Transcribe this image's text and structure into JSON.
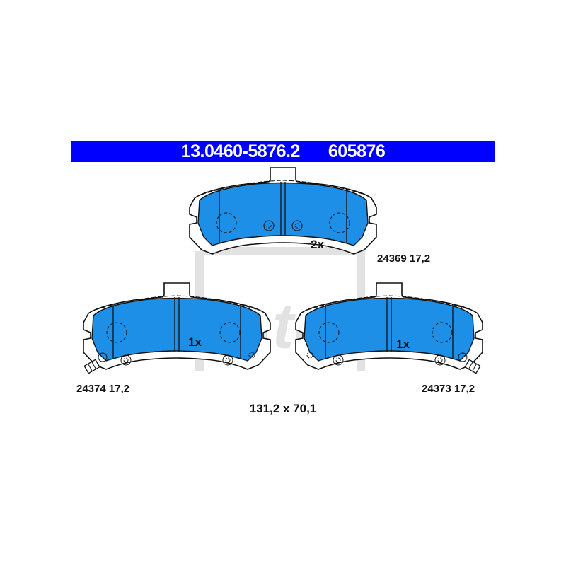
{
  "header": {
    "part_number": "13.0460-5876.2",
    "article_number": "605876"
  },
  "pads": [
    {
      "id": "top",
      "quantity": "2x",
      "code": "24369",
      "thickness": "17,2",
      "label": "24369 17,2",
      "has_sensor": false
    },
    {
      "id": "bottom-left",
      "quantity": "1x",
      "code": "24374",
      "thickness": "17,2",
      "label": "24374 17,2",
      "has_sensor": true
    },
    {
      "id": "bottom-right",
      "quantity": "1x",
      "code": "24373",
      "thickness": "17,2",
      "label": "24373 17,2",
      "has_sensor": true
    }
  ],
  "dimensions": "131,2 x 70,1",
  "colors": {
    "header_bg": "#0000ff",
    "header_text": "#ffffff",
    "pad_fill": "#1e8fe6",
    "outline": "#111111",
    "watermark": "#d8d8d8"
  }
}
